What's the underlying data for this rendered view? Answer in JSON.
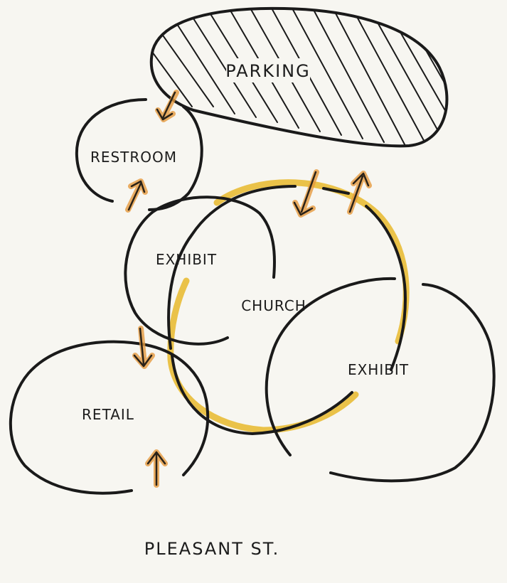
{
  "labels": {
    "parking": "PARKING",
    "restroom": "RESTROOM",
    "exhibit_left": "EXHIBIT",
    "church": "CHURCH",
    "exhibit_right": "EXHIBIT",
    "retail": "RETAIL",
    "street": "PLEASANT ST."
  },
  "colors": {
    "ink": "#1a1a1a",
    "highlight_yellow": "#e8b92c",
    "arrow_orange": "#e59a3e",
    "paper": "#f7f6f1"
  }
}
